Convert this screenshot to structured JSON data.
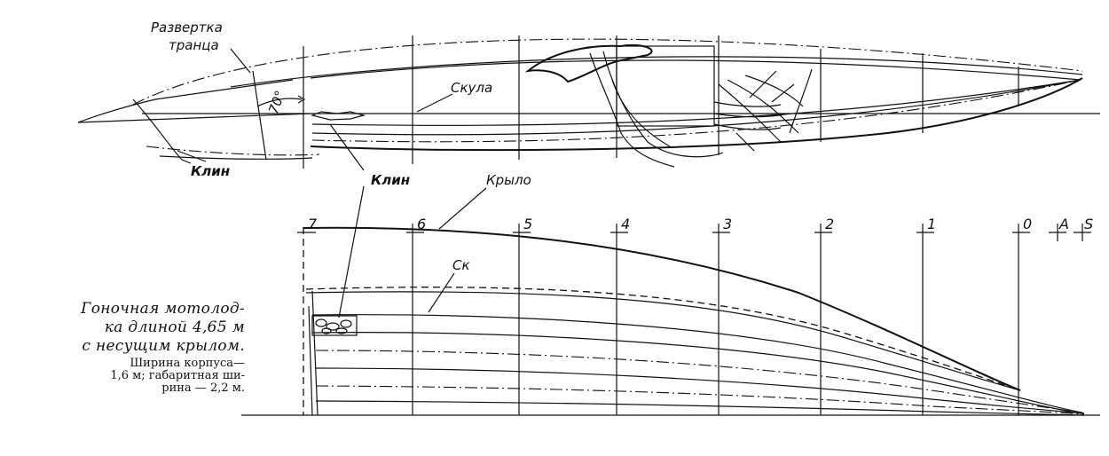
{
  "labels": {
    "transom_unfold": [
      "Развертка",
      "транца"
    ],
    "chine": "Скула",
    "angle": "70°",
    "wedge_left": "Клин",
    "wedge_center": "Клин",
    "wing": "Крыло",
    "chine_short": "Ск"
  },
  "stations": [
    "7",
    "6",
    "5",
    "4",
    "3",
    "2",
    "1",
    "0",
    "A",
    "S"
  ],
  "caption": {
    "title_lines": [
      "Гоночная мотолод-",
      "ка длиной 4,65 м",
      "с несущим крылом."
    ],
    "body_lines": [
      "Ширина корпуса—",
      "1,6 м; габаритная ши-",
      "рина — 2,2 м."
    ]
  }
}
